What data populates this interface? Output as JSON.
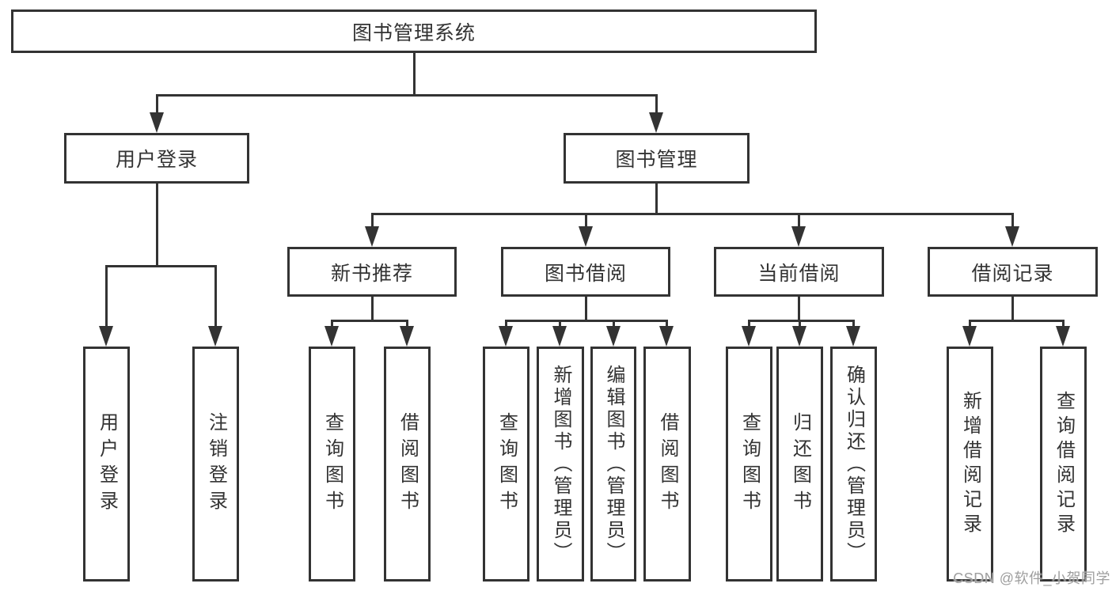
{
  "diagram": {
    "root": {
      "label": "图书管理系统"
    },
    "level1": [
      {
        "label": "用户登录"
      },
      {
        "label": "图书管理"
      }
    ],
    "level2": [
      {
        "label": "新书推荐"
      },
      {
        "label": "图书借阅"
      },
      {
        "label": "当前借阅"
      },
      {
        "label": "借阅记录"
      }
    ],
    "leaves": {
      "user_login": [
        "用户登录",
        "注销登录"
      ],
      "new_book": [
        "查询图书",
        "借阅图书"
      ],
      "book_borrow": [
        "查询图书",
        "新增图书（管理员）",
        "编辑图书（管理员）",
        "借阅图书"
      ],
      "current_borrow": [
        "查询图书",
        "归还图书",
        "确认归还（管理员）"
      ],
      "borrow_records": [
        "新增借阅记录",
        "查询借阅记录"
      ]
    }
  },
  "watermark": {
    "text": "CSDN @软件_小贺同学"
  },
  "colors": {
    "line": "#333333",
    "text": "#333333",
    "watermark": "#9e9e9e",
    "background": "#ffffff"
  }
}
